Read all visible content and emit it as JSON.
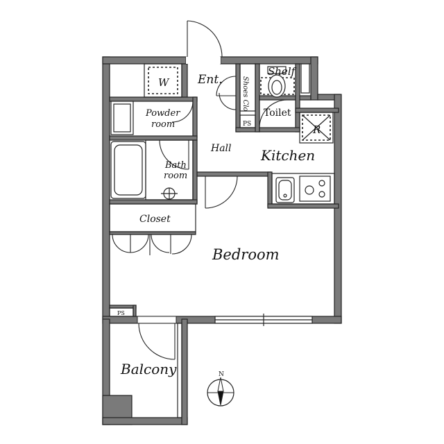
{
  "labels": {
    "washer": "W",
    "entrance": "Ent.",
    "shoes_closet": "Shoes Clo",
    "shelf": "Shelf",
    "toilet": "Toilet",
    "ps_entrance": "PS",
    "fridge": "R",
    "powder_line1": "Powder",
    "powder_line2": "room",
    "hall": "Hall",
    "kitchen": "Kitchen",
    "bath_line1": "Bath",
    "bath_line2": "room",
    "closet": "Closet",
    "bedroom": "Bedroom",
    "ps_balcony": "PS",
    "balcony": "Balcony"
  },
  "compass": {
    "north": "N"
  },
  "colors": {
    "wall": "#7a7a7a",
    "line": "#222222",
    "background": "#ffffff"
  }
}
